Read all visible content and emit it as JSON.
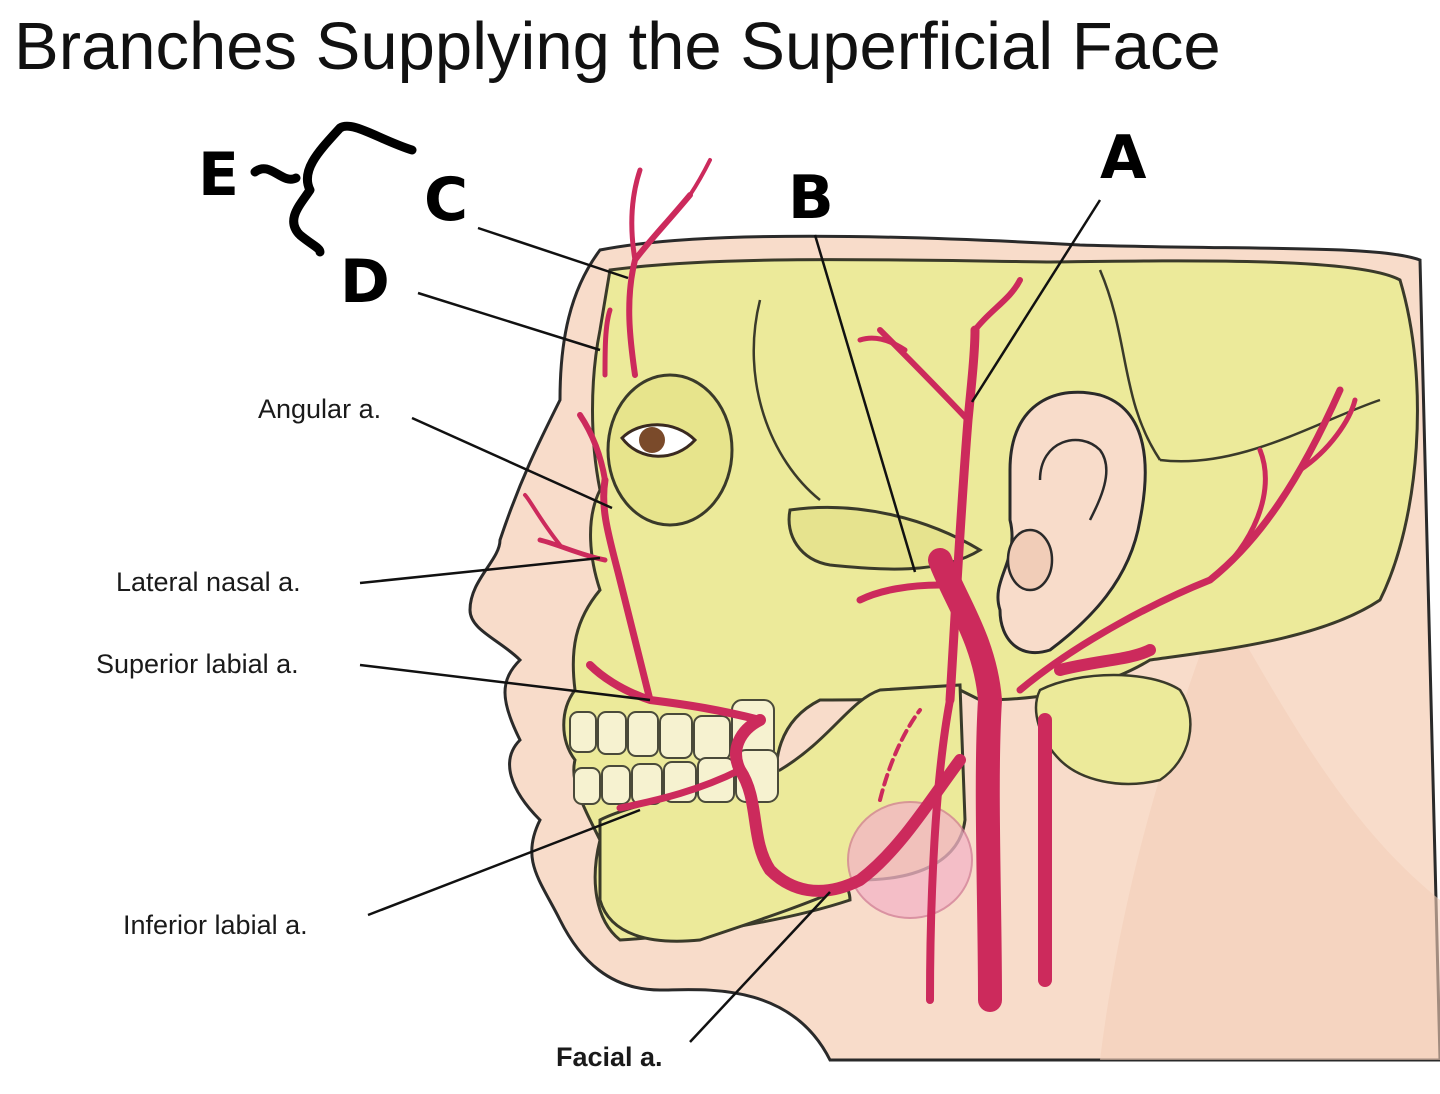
{
  "title": "Branches Supplying the Superficial Face",
  "labels": {
    "angular": "Angular a.",
    "lateral_nasal": "Lateral nasal a.",
    "superior_labial": "Superior labial a.",
    "inferior_labial": "Inferior labial a.",
    "facial": "Facial a."
  },
  "handwritten": {
    "a": "A",
    "b": "B",
    "c": "C",
    "d": "D",
    "e": "E"
  },
  "colors": {
    "skin": "#f8dcca",
    "bone": "#ecea9a",
    "artery": "#cc2a5c",
    "gland": "#f3b4c6"
  }
}
